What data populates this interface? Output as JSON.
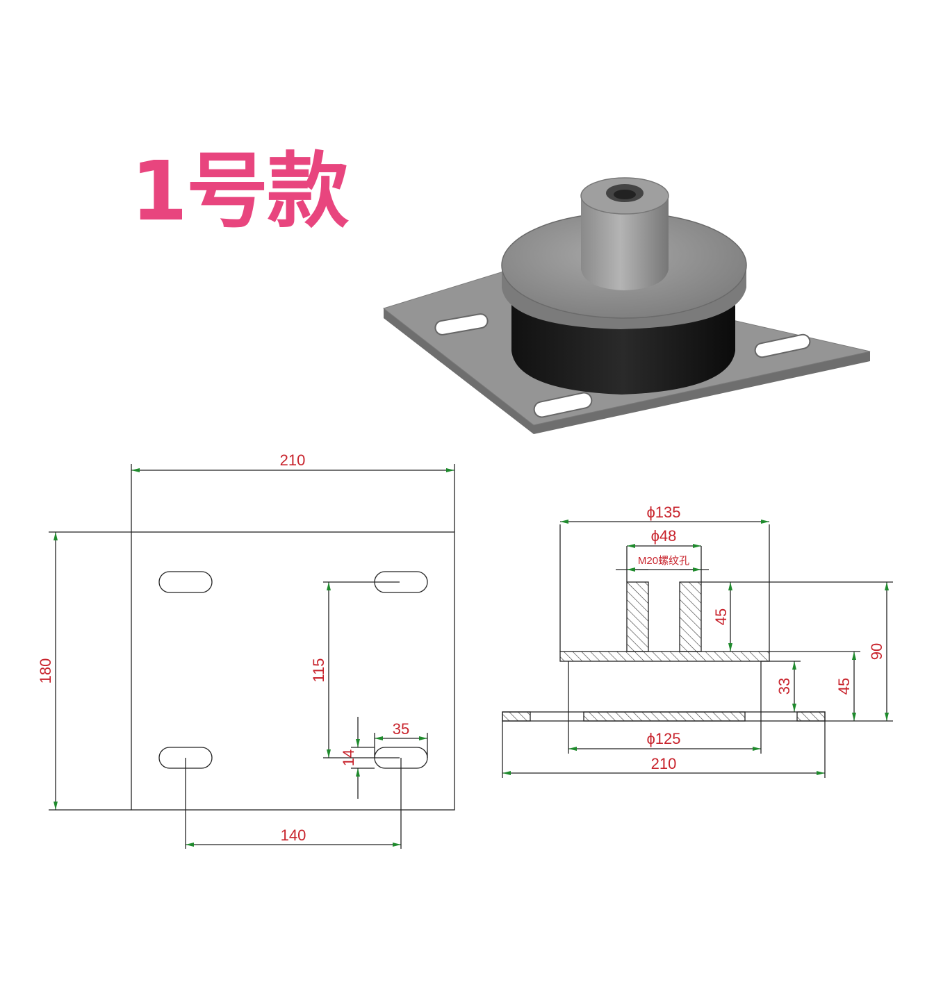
{
  "title": "1号款",
  "colors": {
    "title": "#e8457e",
    "dimension_text": "#c8232c",
    "arrow": "#1e8a2c",
    "line": "#222222"
  },
  "top_view": {
    "width": "210",
    "height": "180",
    "slot_spacing_vertical": "115",
    "slot_spacing_horizontal": "140",
    "slot_length": "35",
    "slot_width": "14"
  },
  "side_view": {
    "top_disc_diameter": "ϕ135",
    "stud_diameter": "ϕ48",
    "thread_note": "M20螺纹孔",
    "stud_height": "45",
    "total_height": "90",
    "lower_height": "45",
    "rubber_height": "33",
    "rubber_diameter": "ϕ125",
    "base_width": "210"
  }
}
